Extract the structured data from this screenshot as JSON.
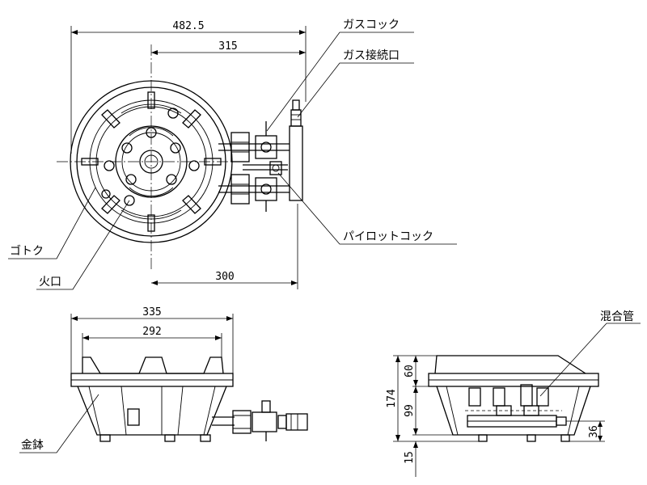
{
  "labels": {
    "gas_cock": "ガスコック",
    "gas_inlet": "ガス接続口",
    "pilot_cock": "パイロットコック",
    "gotoku": "ゴトク",
    "burner_port": "火口",
    "kanabachi": "金鉢",
    "mixing_tube": "混合管"
  },
  "dimensions": {
    "top_overall_width": "482.5",
    "top_body_width": "315",
    "top_center_to_inlet": "300",
    "front_width": "335",
    "front_inner_width": "292",
    "side_total_height": "174",
    "side_top_height": "60",
    "side_mid_height": "99",
    "side_bottom_height": "15",
    "side_small_height": "36"
  }
}
